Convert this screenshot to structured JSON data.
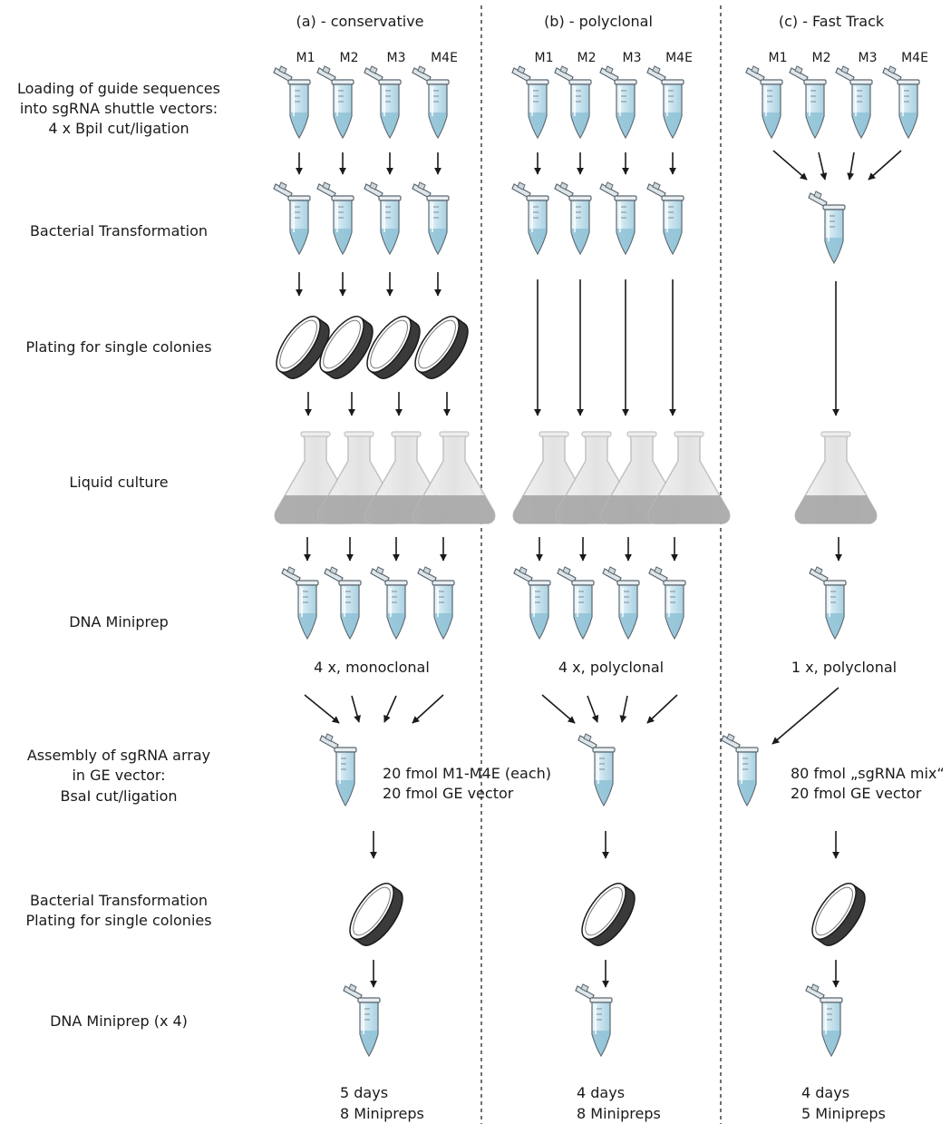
{
  "columns": [
    {
      "title": "(a) - conservative",
      "tube_labels": [
        "M1",
        "M2",
        "M3",
        "M4E"
      ],
      "miniprep_note": "4 x, monoclonal",
      "assembly_lines": [
        "20 fmol M1-M4E (each)",
        "20 fmol GE vector"
      ],
      "summary": [
        "5 days",
        "8 Minipreps"
      ]
    },
    {
      "title": "(b) - polyclonal",
      "tube_labels": [
        "M1",
        "M2",
        "M3",
        "M4E"
      ],
      "miniprep_note": "4 x, polyclonal",
      "assembly_lines": [],
      "summary": [
        "4 days",
        "8 Minipreps"
      ]
    },
    {
      "title": "(c) - Fast Track",
      "tube_labels": [
        "M1",
        "M2",
        "M3",
        "M4E"
      ],
      "miniprep_note": "1 x, polyclonal",
      "assembly_lines": [
        "80 fmol „sgRNA mix“",
        "20 fmol GE vector"
      ],
      "summary": [
        "4 days",
        "5 Minipreps"
      ]
    }
  ],
  "steps": [
    {
      "lines": [
        "Loading of guide sequences",
        "into sgRNA shuttle vectors:",
        "4 x BpiI cut/ligation"
      ]
    },
    {
      "lines": [
        "Bacterial Transformation"
      ]
    },
    {
      "lines": [
        "Plating for single colonies"
      ]
    },
    {
      "lines": [
        "Liquid culture"
      ]
    },
    {
      "lines": [
        "DNA Miniprep"
      ]
    },
    {
      "lines": [
        "Assembly of sgRNA array",
        "in GE vector:",
        "BsaI cut/ligation"
      ]
    },
    {
      "lines": [
        "Bacterial Transformation",
        "Plating for single colonies"
      ]
    },
    {
      "lines": [
        "DNA Miniprep (x 4)"
      ]
    }
  ],
  "colors": {
    "tube_liquid": "#b9dbe8",
    "tube_outline": "#5b6770",
    "plate_dark": "#3a3a3a",
    "flask_liquid": "#a6a6a6",
    "flask_glass": "#e6e6e6",
    "arrow": "#1a1a1a",
    "divider": "#333333"
  }
}
